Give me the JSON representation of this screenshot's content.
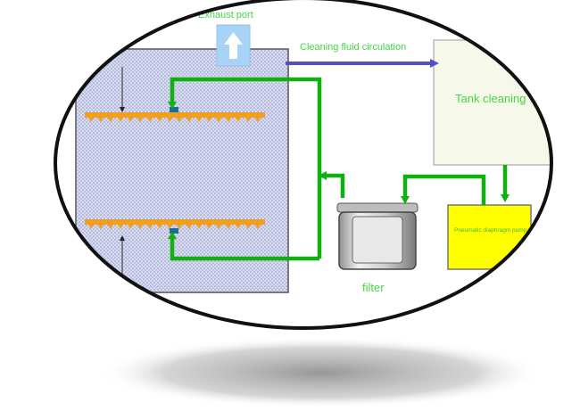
{
  "labels": {
    "exhaust_port": "Exhaust port",
    "flow_label": "Cleaning fluid circulation",
    "tank": "Tank cleaning",
    "pump": "Pneumatic diaphragm pump",
    "filter": "filter"
  },
  "colors": {
    "pipe": "#10b010",
    "flow_arrow": "#5050c0",
    "label_text": "#44d644",
    "tank_fill": "#f6f8ea",
    "pump_fill": "#ffff00",
    "exhaust_fill": "#a9d3f4",
    "vessel_fill": "#c9cfea",
    "spray_bar": "#f0a020",
    "frame": "#111111",
    "shadow": "#9e9e9e"
  },
  "icons": {
    "exhaust": "up-arrow-icon",
    "flow": "right-arrow-icon"
  }
}
